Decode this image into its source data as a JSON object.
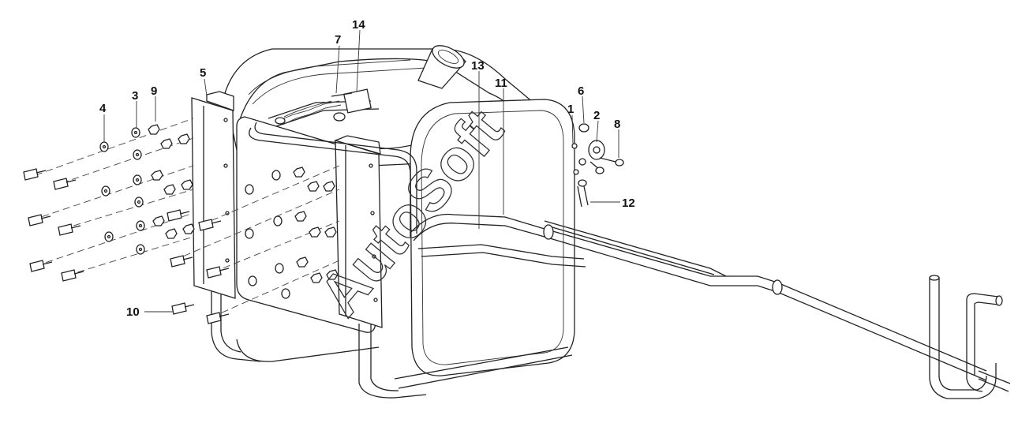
{
  "callouts": [
    {
      "id": "1",
      "label": "1"
    },
    {
      "id": "2",
      "label": "2"
    },
    {
      "id": "3",
      "label": "3"
    },
    {
      "id": "4",
      "label": "4"
    },
    {
      "id": "5",
      "label": "5"
    },
    {
      "id": "6",
      "label": "6"
    },
    {
      "id": "7",
      "label": "7"
    },
    {
      "id": "8",
      "label": "8"
    },
    {
      "id": "9",
      "label": "9"
    },
    {
      "id": "10",
      "label": "10"
    },
    {
      "id": "11",
      "label": "11"
    },
    {
      "id": "12",
      "label": "12"
    },
    {
      "id": "13",
      "label": "13"
    },
    {
      "id": "14",
      "label": "14"
    }
  ],
  "watermark": "AutoSoft",
  "colors": {
    "line": "#222222",
    "background": "#ffffff"
  }
}
